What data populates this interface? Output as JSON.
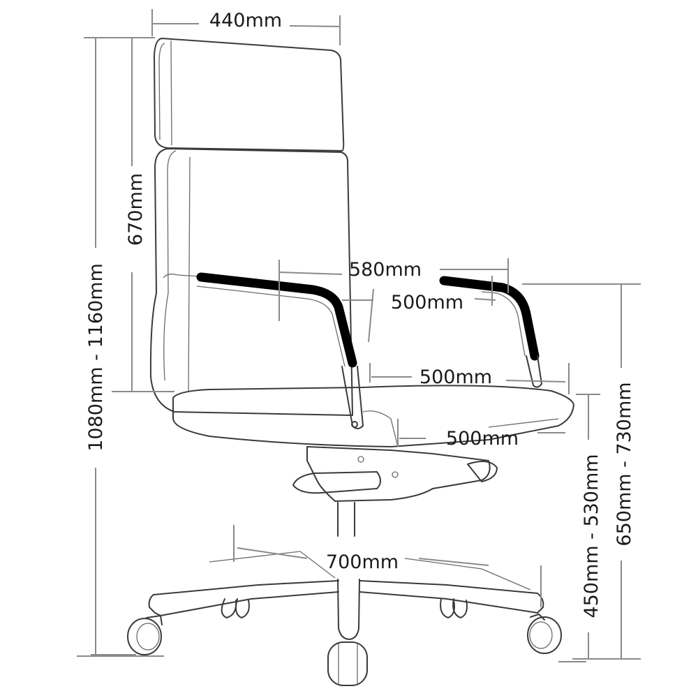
{
  "diagram": {
    "subject": "High-back office chair dimension drawing",
    "line_color": "#3a3a3a",
    "dimension_line_color": "#8a8a8a",
    "armrest_color": "#000000",
    "background": "#ffffff"
  },
  "dimensions": {
    "backrest_width": "440mm",
    "backrest_height": "670mm",
    "overall_height": "1080mm - 1160mm",
    "armrest_outer_width": "580mm",
    "armrest_inner_width": "500mm",
    "seat_width": "500mm",
    "seat_depth": "500mm",
    "base_diameter": "700mm",
    "seat_height": "450mm - 530mm",
    "armrest_height": "650mm - 730mm"
  }
}
